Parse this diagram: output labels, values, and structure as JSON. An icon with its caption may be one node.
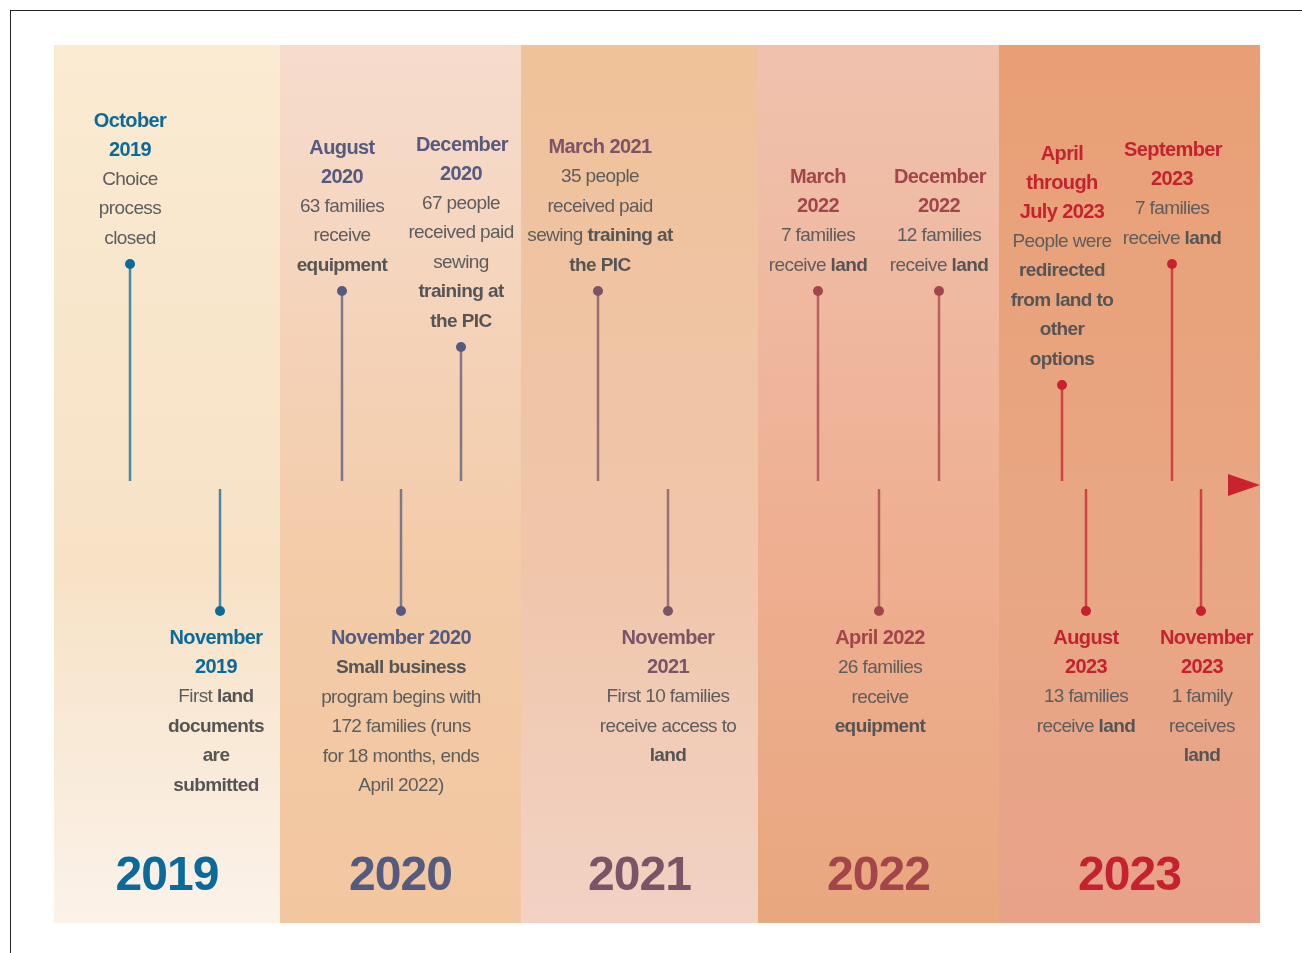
{
  "diagram": {
    "nodes": [
      {
        "text": [
          "2019"
        ]
      },
      {
        "text": [
          "October 2019",
          "Choice process closed"
        ],
        "in": 0
      },
      {
        "text": [
          "November 2019",
          "First **land documents are submitted**"
        ],
        "in": 0
      },
      {
        "text": [
          "2020"
        ]
      },
      {
        "text": [
          "August 2020",
          "63 families receive **equipment**"
        ],
        "in": 3
      },
      {
        "text": [
          "December 2020",
          "67 people received paid sewing **training at the PIC**"
        ],
        "in": 3
      },
      {
        "text": [
          "November 2020",
          "**Small business** program begins with 172 families (runs for 18 months, ends April 2022)"
        ],
        "in": 3
      },
      {
        "text": [
          "2021"
        ]
      },
      {
        "text": [
          "March 2021",
          "35 people received paid sewing **training at the PIC**"
        ],
        "in": 7
      },
      {
        "text": [
          "November 2021",
          "First 10 families receive access to **land**"
        ],
        "in": 7
      },
      {
        "text": [
          "2022"
        ]
      },
      {
        "text": [
          "March 2022",
          "7 families receive **land**"
        ],
        "in": 10
      },
      {
        "text": [
          "December 2022",
          "12 families receive **land**"
        ],
        "in": 10
      },
      {
        "text": [
          "April 2022",
          "26 families receive **equipment**"
        ],
        "in": 10
      },
      {
        "text": [
          "2023"
        ]
      },
      {
        "text": [
          "April through July 2023",
          "People were **redirected from land to other options**"
        ],
        "in": 14
      },
      {
        "text": [
          "September 2023",
          "7 families receive **land**"
        ],
        "in": 14
      },
      {
        "text": [
          "August 2023",
          "13 families receive **land**"
        ],
        "in": 14
      },
      {
        "text": [
          "November 2023",
          "1 family receives **land**"
        ],
        "in": 14
      }
    ],
    "edges": [
      {
        "from": 1,
        "to": null,
        "arrow": "other",
        "color": "#0b6a9a"
      },
      {
        "from": 2,
        "to": null,
        "arrow": "other",
        "color": "#0b6a9a"
      },
      {
        "from": 4,
        "to": null,
        "arrow": "other",
        "color": "#545b7f"
      },
      {
        "from": 5,
        "to": null,
        "arrow": "other",
        "color": "#545b7f"
      },
      {
        "from": 6,
        "to": null,
        "arrow": "other",
        "color": "#545b7f"
      },
      {
        "from": 8,
        "to": null,
        "arrow": "other",
        "color": "#7b5467"
      },
      {
        "from": 9,
        "to": null,
        "arrow": "other",
        "color": "#7b5467"
      },
      {
        "from": 11,
        "to": null,
        "arrow": "other",
        "color": "#a3464b"
      },
      {
        "from": 12,
        "to": null,
        "arrow": "other",
        "color": "#a3464b"
      },
      {
        "from": 13,
        "to": null,
        "arrow": "other",
        "color": "#a3464b"
      },
      {
        "from": 15,
        "to": null,
        "arrow": "other",
        "color": "#c52230"
      },
      {
        "from": 16,
        "to": null,
        "arrow": "other",
        "color": "#c52230"
      },
      {
        "from": 17,
        "to": null,
        "arrow": "other",
        "color": "#c52230"
      },
      {
        "from": 18,
        "to": null,
        "arrow": "other",
        "color": "#c52230"
      }
    ]
  }
}
